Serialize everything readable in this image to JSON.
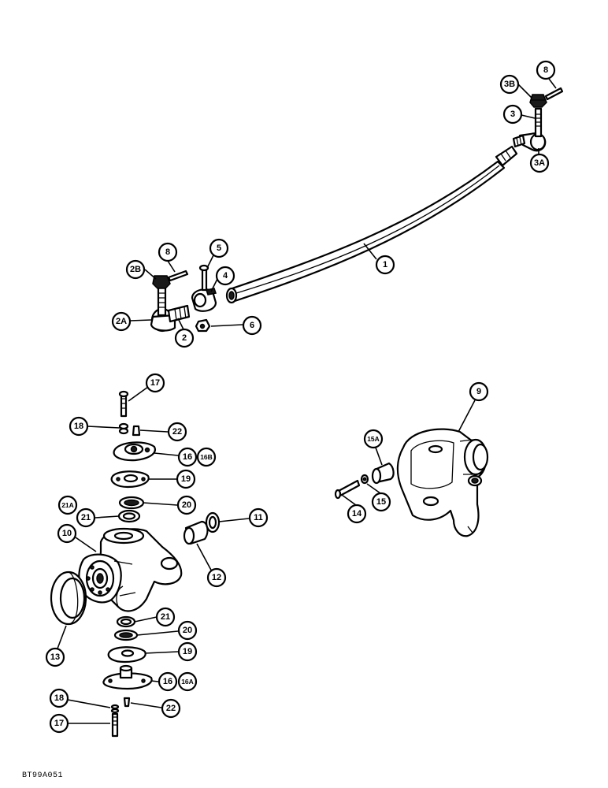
{
  "figure_code": "BT99A051",
  "callouts": [
    {
      "id": "c1",
      "label": "1"
    },
    {
      "id": "c2",
      "label": "2"
    },
    {
      "id": "c2a",
      "label": "2A"
    },
    {
      "id": "c2b",
      "label": "2B"
    },
    {
      "id": "c3",
      "label": "3"
    },
    {
      "id": "c3a",
      "label": "3A"
    },
    {
      "id": "c3b",
      "label": "3B"
    },
    {
      "id": "c4",
      "label": "4"
    },
    {
      "id": "c5",
      "label": "5"
    },
    {
      "id": "c6",
      "label": "6"
    },
    {
      "id": "c8a",
      "label": "8"
    },
    {
      "id": "c8b",
      "label": "8"
    },
    {
      "id": "c9",
      "label": "9"
    },
    {
      "id": "c10",
      "label": "10"
    },
    {
      "id": "c11",
      "label": "11"
    },
    {
      "id": "c12",
      "label": "12"
    },
    {
      "id": "c13",
      "label": "13"
    },
    {
      "id": "c14",
      "label": "14"
    },
    {
      "id": "c15",
      "label": "15"
    },
    {
      "id": "c15a",
      "label": "15A"
    },
    {
      "id": "c16t",
      "label": "16"
    },
    {
      "id": "c16b",
      "label": "16B"
    },
    {
      "id": "c16u",
      "label": "16"
    },
    {
      "id": "c16a",
      "label": "16A"
    },
    {
      "id": "c17t",
      "label": "17"
    },
    {
      "id": "c17u",
      "label": "17"
    },
    {
      "id": "c18t",
      "label": "18"
    },
    {
      "id": "c18u",
      "label": "18"
    },
    {
      "id": "c19t",
      "label": "19"
    },
    {
      "id": "c19u",
      "label": "19"
    },
    {
      "id": "c20t",
      "label": "20"
    },
    {
      "id": "c20u",
      "label": "20"
    },
    {
      "id": "c21t",
      "label": "21"
    },
    {
      "id": "c21a",
      "label": "21A"
    },
    {
      "id": "c21u",
      "label": "21"
    },
    {
      "id": "c22t",
      "label": "22"
    },
    {
      "id": "c22u",
      "label": "22"
    }
  ]
}
